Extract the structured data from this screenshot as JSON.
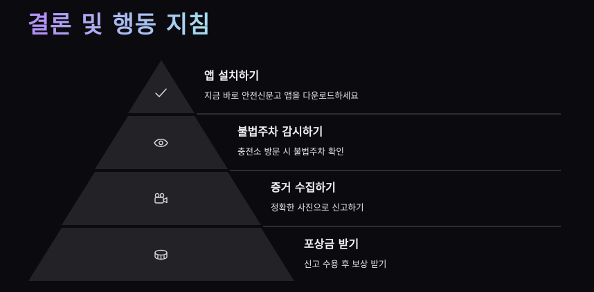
{
  "page": {
    "title": "결론 및 행동 지침"
  },
  "colors": {
    "background": "#0b0a0e",
    "tier_fill": "#232226",
    "separator": "#3a393e",
    "icon": "#d9d9de",
    "title_gradient": [
      "#b48cf5",
      "#a6dcef"
    ]
  },
  "tiers": [
    {
      "icon": "check-icon",
      "title": "앱 설치하기",
      "description": "지금 바로 안전신문고 앱을 다운로드하세요"
    },
    {
      "icon": "eye-icon",
      "title": "불법주차 감시하기",
      "description": "충전소 방문 시 불법주차 확인"
    },
    {
      "icon": "video-camera-icon",
      "title": "증거 수집하기",
      "description": "정확한 사진으로 신고하기"
    },
    {
      "icon": "coins-icon",
      "title": "포상금 받기",
      "description": "신고 수용 후 보상 받기"
    }
  ]
}
